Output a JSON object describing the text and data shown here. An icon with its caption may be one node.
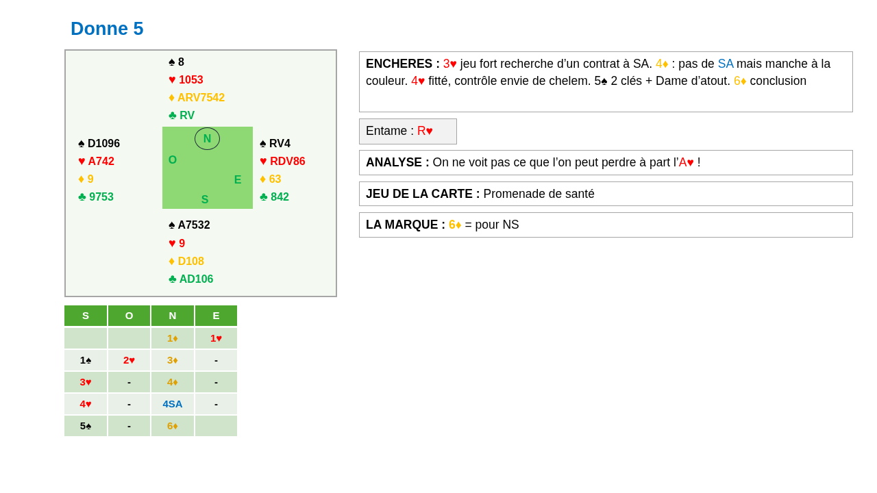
{
  "diagram": {
    "title": "Donne 5",
    "nodes": [
      {
        "text": [
          "♠ 8",
          "♥ 1053",
          "♦ ARV7542",
          "♣ RV",
          "♠ D1096",
          "♥ A742",
          "♦ 9",
          "♣ 9753",
          "♠ RV4",
          "♥ RDV86",
          "♦ 63",
          "♣ 842",
          "♠ A7532",
          "♥ 9",
          "♦ D108",
          "♣ AD106"
        ]
      },
      {
        "text": [
          "O",
          "E",
          "S"
        ],
        "in": 0
      },
      {
        "text": [
          "N"
        ],
        "in": 1
      },
      {
        "text": [
          "**ENCHERES :** 3♥ jeu fort recherche d’un contrat à SA. 4♦ : pas de SA mais manche à la couleur. 4♥ fitté, contrôle envie de chelem. 5♠ 2 clés + Dame d’atout. 6♦ conclusion"
        ]
      },
      {
        "text": [
          "Entame : R♥"
        ]
      },
      {
        "text": [
          "**ANALYSE :** On ne voit pas ce que l’on peut perdre à part l’A♥ !"
        ]
      },
      {
        "text": [
          "**JEU DE LA CARTE :** Promenade de santé"
        ]
      },
      {
        "text": [
          "**LA MARQUE : 6♦** = pour NS"
        ]
      }
    ],
    "labels": [
      "S",
      "O",
      "N",
      "E",
      "1♦",
      "1♥",
      "1♠",
      "2♥",
      "3♦",
      "-",
      "3♥",
      "-",
      "4♦",
      "-",
      "4♥",
      "-",
      "4SA",
      "-",
      "5♠",
      "-",
      "6♦"
    ]
  }
}
